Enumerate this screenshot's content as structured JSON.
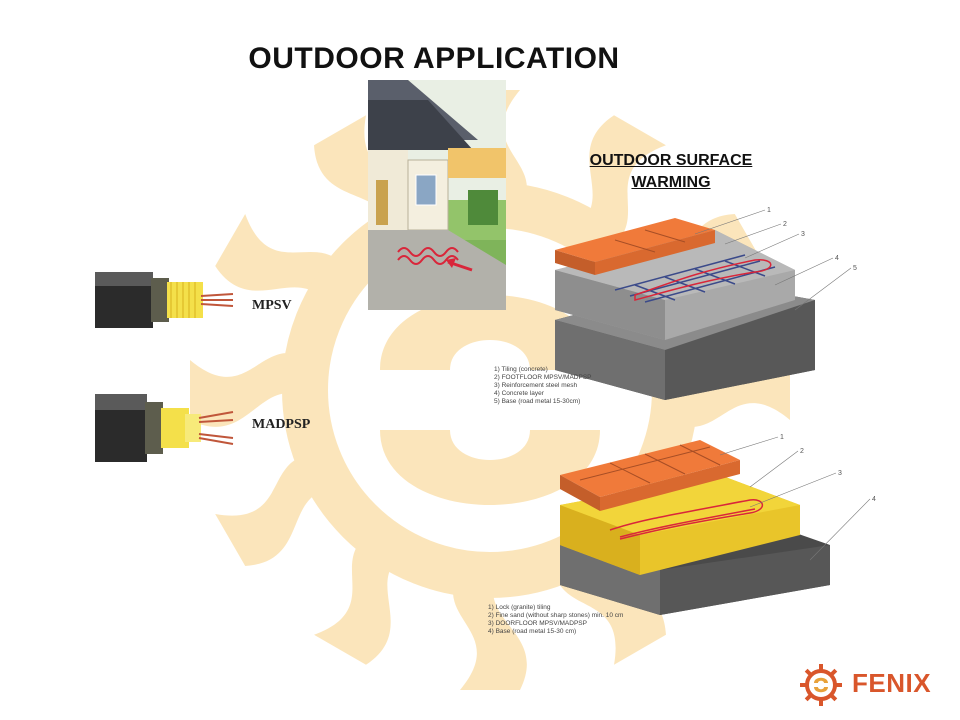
{
  "title": "OUTDOOR APPLICATION",
  "subtitle": "OUTDOOR SURFACE WARMING",
  "cables": [
    {
      "label": "MPSV"
    },
    {
      "label": "MADPSP"
    }
  ],
  "diagram_top": {
    "callouts": [
      "1",
      "2",
      "3",
      "4",
      "5"
    ],
    "legend": [
      "1) Tiling (concrete)",
      "2) FOOTFLOOR MPSV/MADPSP",
      "3) Reinforcement steel mesh",
      "4) Concrete layer",
      "5) Base (road metal 15-30cm)"
    ]
  },
  "diagram_bottom": {
    "callouts": [
      "1",
      "2",
      "3",
      "4"
    ],
    "legend": [
      "1) Lock (granite) tiling",
      "2) Fine sand (without sharp stones) min. 10 cm",
      "3) DOORFLOOR MPSV/MADPSP",
      "4) Base (road metal 15-30 cm)"
    ]
  },
  "logo": {
    "text": "FENIX",
    "brand_color": "#d9562b"
  },
  "colors": {
    "watermark": "#fbe3b4",
    "tile": "#f07a3a",
    "sand": "#f2d53a",
    "concrete": "#a9a9a9",
    "cable": "#d9263a"
  }
}
